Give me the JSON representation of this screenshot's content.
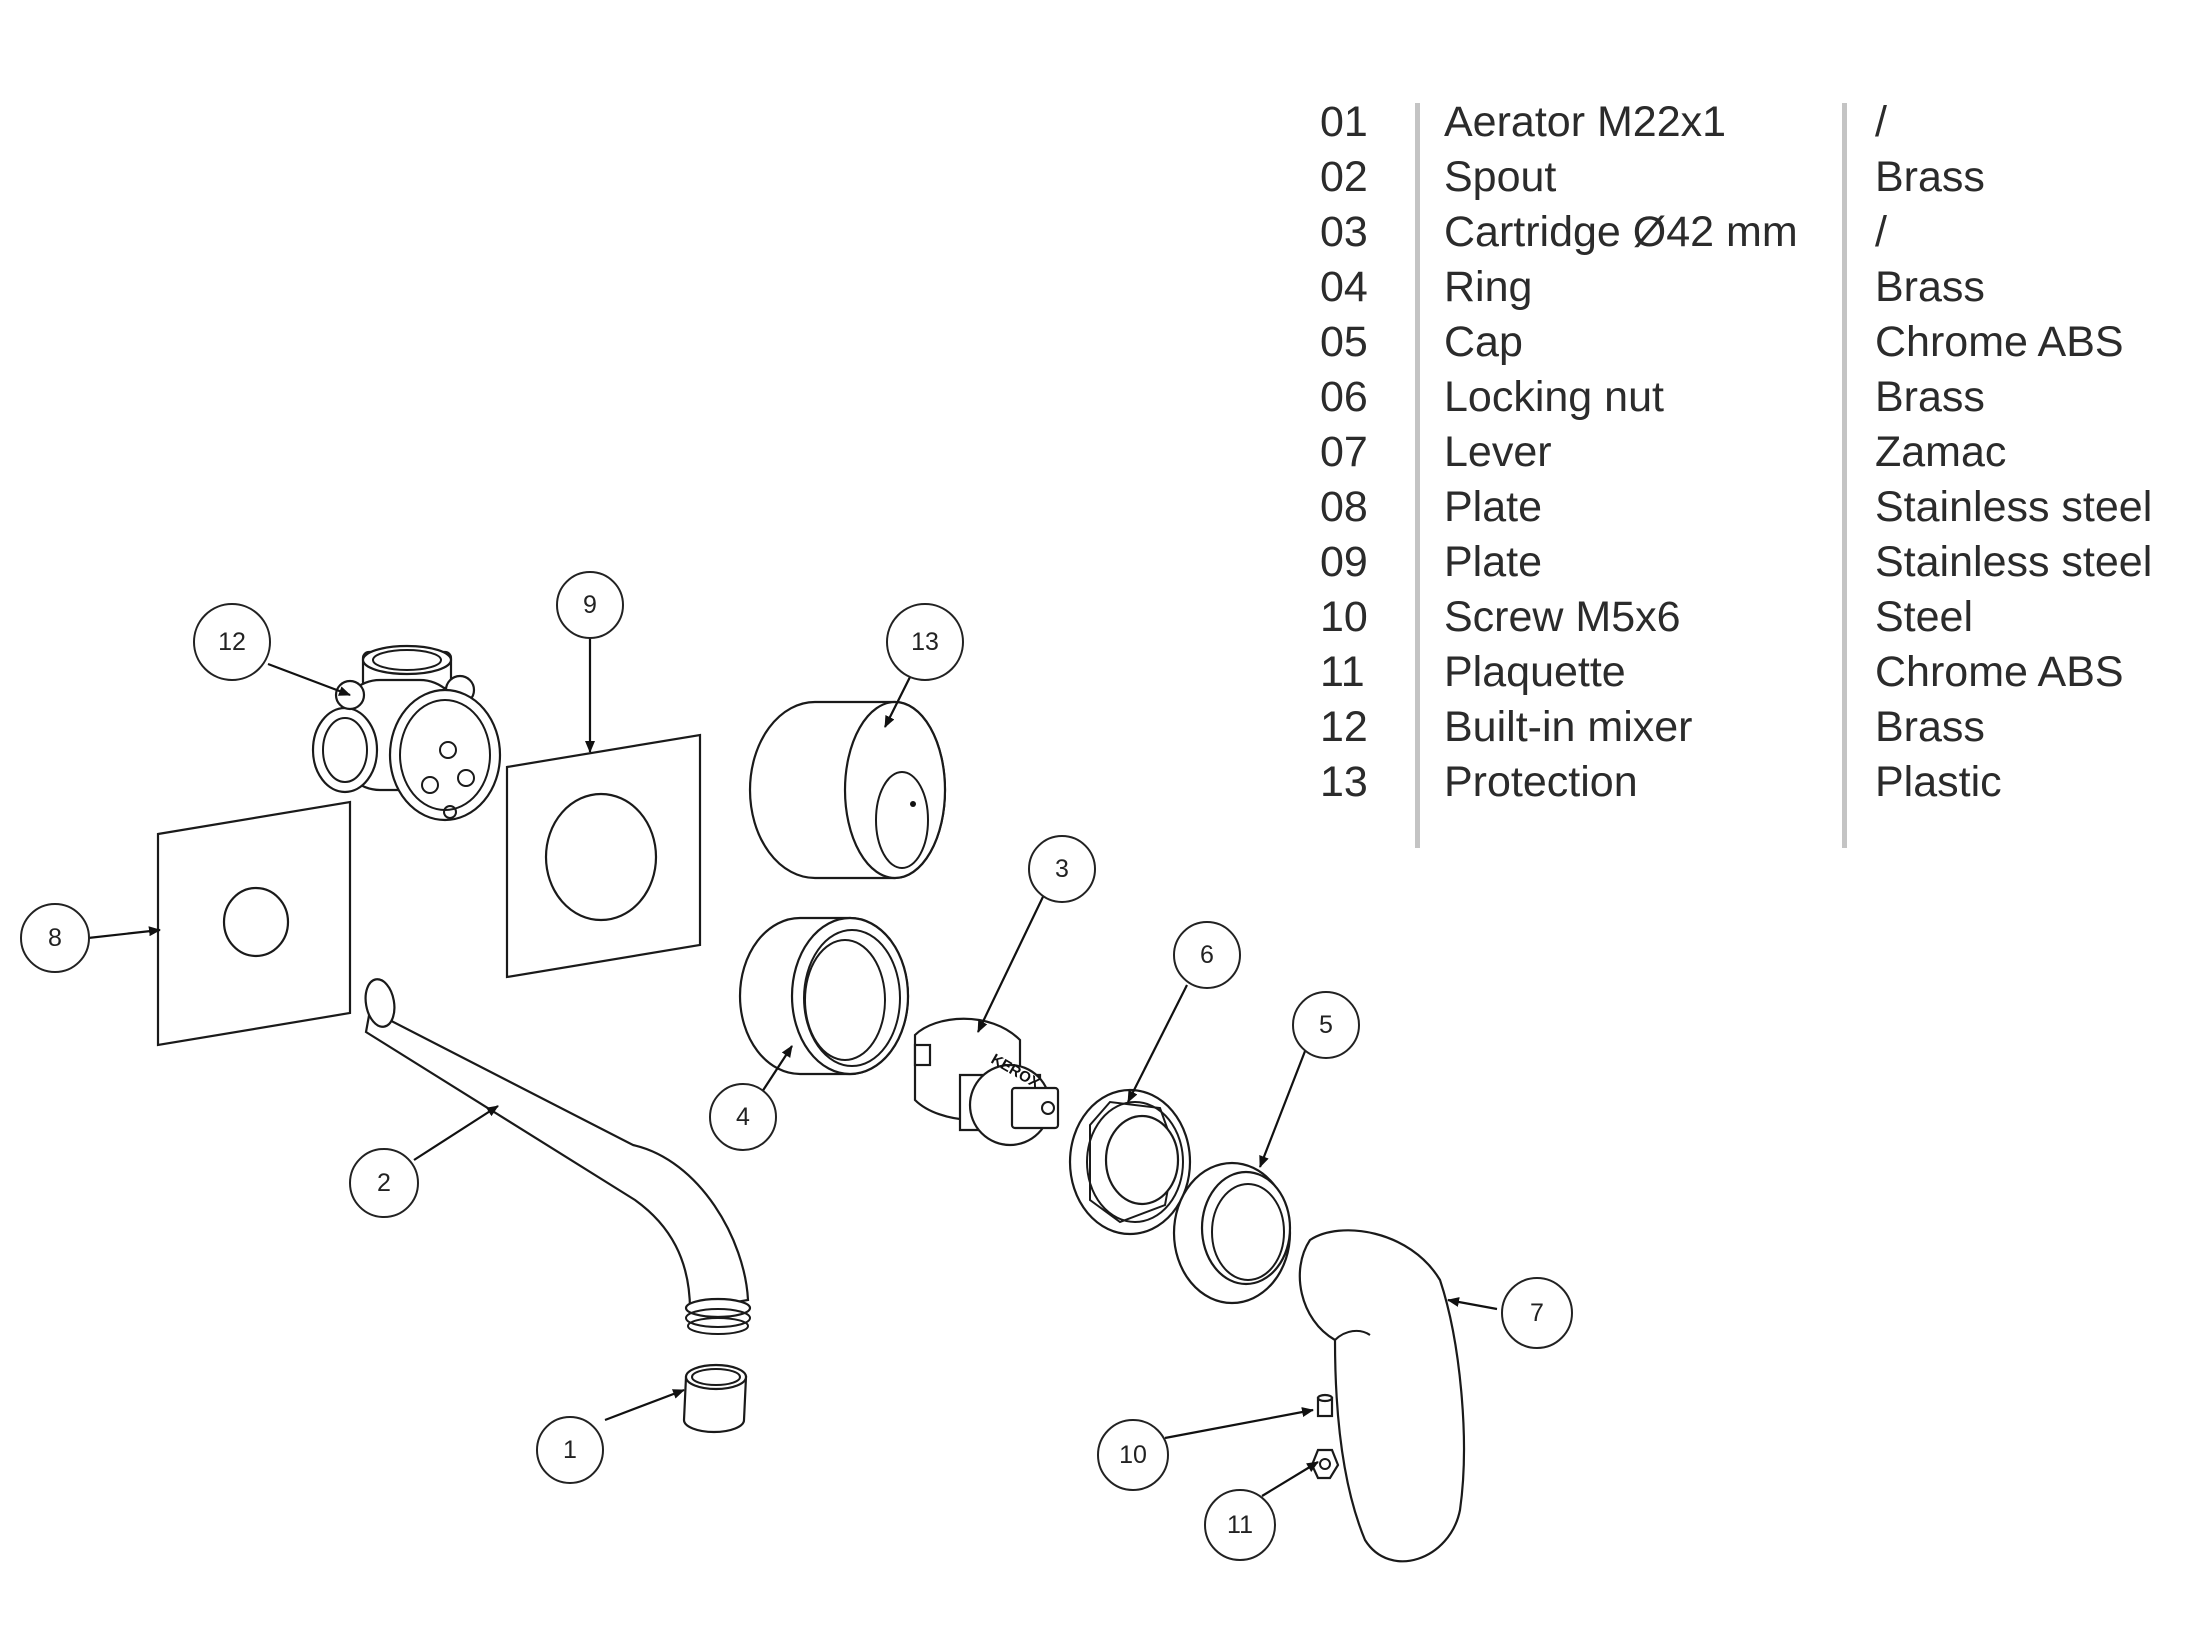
{
  "parts": [
    {
      "num": "01",
      "name": "Aerator M22x1",
      "material": "/"
    },
    {
      "num": "02",
      "name": "Spout",
      "material": "Brass"
    },
    {
      "num": "03",
      "name": "Cartridge Ø42 mm",
      "material": "/"
    },
    {
      "num": "04",
      "name": "Ring",
      "material": "Brass"
    },
    {
      "num": "05",
      "name": "Cap",
      "material": "Chrome ABS"
    },
    {
      "num": "06",
      "name": "Locking nut",
      "material": "Brass"
    },
    {
      "num": "07",
      "name": "Lever",
      "material": "Zamac"
    },
    {
      "num": "08",
      "name": "Plate",
      "material": "Stainless steel"
    },
    {
      "num": "09",
      "name": "Plate",
      "material": "Stainless steel"
    },
    {
      "num": "10",
      "name": "Screw M5x6",
      "material": "Steel"
    },
    {
      "num": "11",
      "name": "Plaquette",
      "material": "Chrome ABS"
    },
    {
      "num": "12",
      "name": "Built-in mixer",
      "material": "Brass"
    },
    {
      "num": "13",
      "name": "Protection",
      "material": "Plastic"
    }
  ],
  "callouts": {
    "c1": "1",
    "c2": "2",
    "c3": "3",
    "c4": "4",
    "c5": "5",
    "c6": "6",
    "c7": "7",
    "c8": "8",
    "c9": "9",
    "c10": "10",
    "c11": "11",
    "c12": "12",
    "c13": "13"
  },
  "cartridge_brand": "KEROX"
}
